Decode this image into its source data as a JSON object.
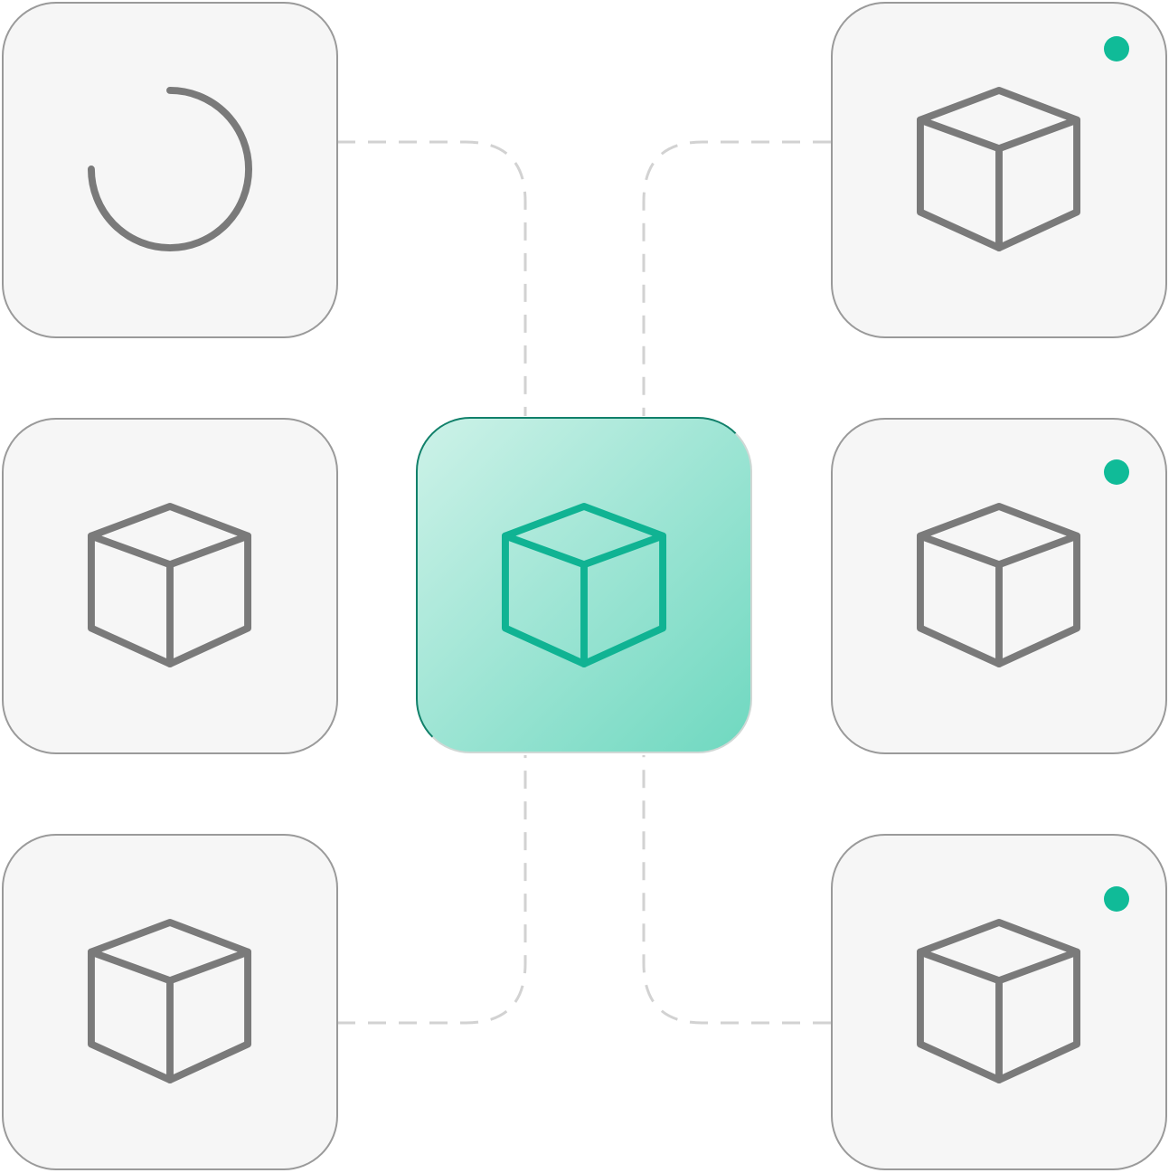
{
  "diagram": {
    "hub": {
      "icon": "cube-icon",
      "active": true
    },
    "nodes": [
      {
        "id": "top-left",
        "icon": "loading-spinner-icon",
        "status_dot": false
      },
      {
        "id": "middle-left",
        "icon": "cube-icon",
        "status_dot": false
      },
      {
        "id": "bottom-left",
        "icon": "cube-icon",
        "status_dot": false
      },
      {
        "id": "top-right",
        "icon": "cube-icon",
        "status_dot": true
      },
      {
        "id": "middle-right",
        "icon": "cube-icon",
        "status_dot": true
      },
      {
        "id": "bottom-right",
        "icon": "cube-icon",
        "status_dot": true
      }
    ],
    "connectors": [
      {
        "from": "top-left",
        "to": "hub",
        "style": "dashed"
      },
      {
        "from": "top-right",
        "to": "hub",
        "style": "dashed"
      },
      {
        "from": "bottom-left",
        "to": "hub",
        "style": "dashed"
      },
      {
        "from": "bottom-right",
        "to": "hub",
        "style": "dashed"
      }
    ]
  },
  "colors": {
    "accent": "#10bb98",
    "hub_border": "#11806a",
    "tile_background": "#f6f6f6",
    "tile_border": "#9a9a9a",
    "icon_stroke": "#7a7a7a",
    "connector": "#d2d2d2",
    "background": "#ffffff"
  }
}
